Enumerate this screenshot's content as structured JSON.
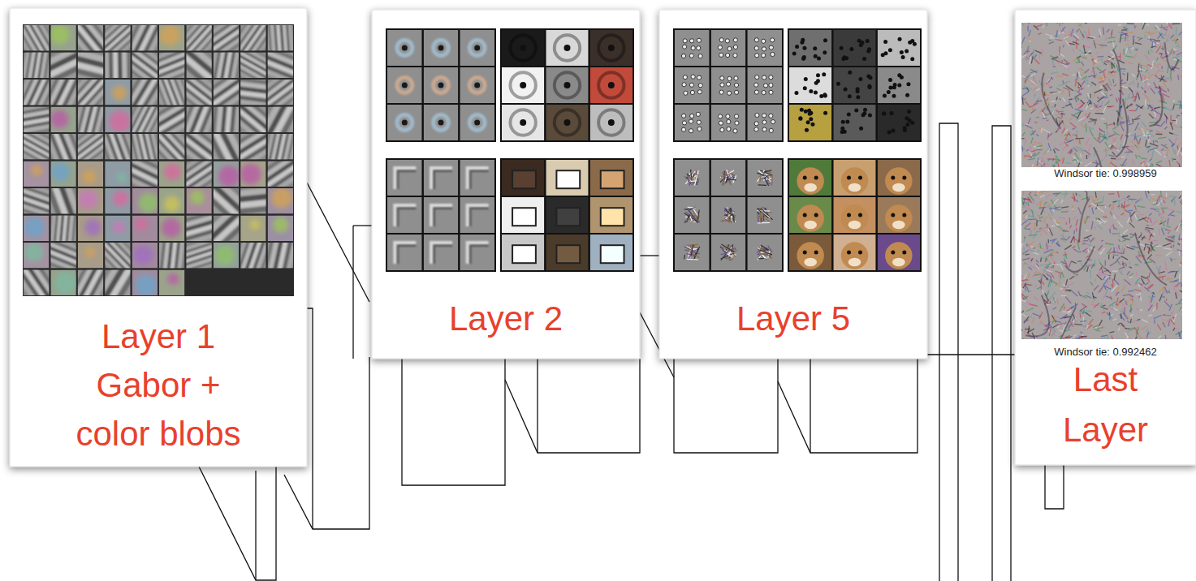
{
  "diagram": {
    "nodes": [
      {
        "text": [
          "Layer 1 Gabor + color blobs"
        ]
      },
      {
        "text": [
          "Layer 2"
        ]
      },
      {
        "text": [
          "Layer 5"
        ]
      },
      {
        "text": [
          "Windsor tie: 0.998959",
          "Windsor tie: 0.992462",
          "Last Layer"
        ]
      }
    ]
  }
}
